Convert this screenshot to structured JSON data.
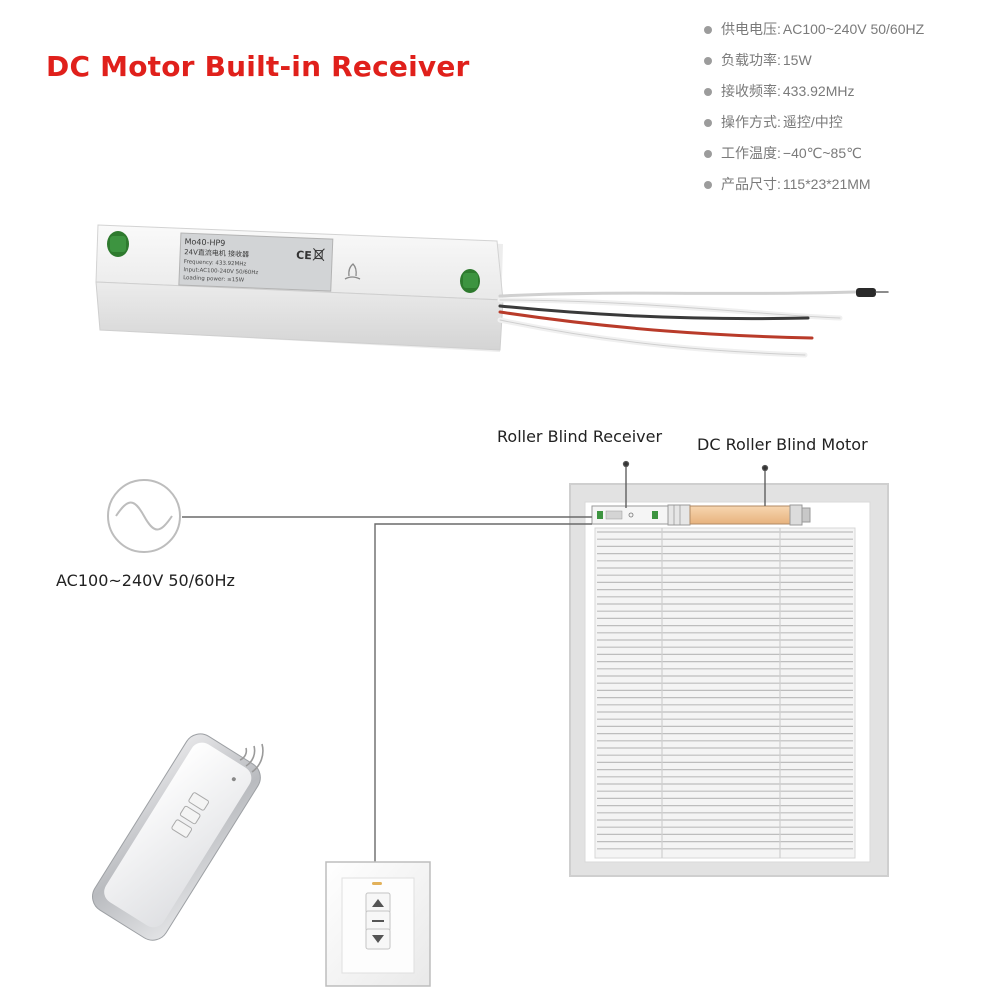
{
  "title": "DC Motor Built-in Receiver",
  "specs": [
    {
      "label": "供电电压",
      "value": "AC100~240V 50/60HZ"
    },
    {
      "label": "负载功率",
      "value": "15W"
    },
    {
      "label": "接收频率",
      "value": "433.92MHz"
    },
    {
      "label": "操作方式",
      "value": "遥控/中控"
    },
    {
      "label": "工作温度",
      "value": "−40℃~85℃"
    },
    {
      "label": "产品尺寸",
      "value": "115*23*21MM"
    }
  ],
  "spec_separator": ":",
  "device_label": {
    "line1": "Mo40-HP9",
    "line2": "24V直流电机 接收器",
    "line3": "Frequency: 433.92MHz",
    "line4": "Input:AC100-240V 50/60Hz",
    "line5": "Loading power: ≤15W",
    "ce_mark": "CE"
  },
  "diagram": {
    "receiver_label": "Roller Blind Receiver",
    "motor_label": "DC Roller Blind Motor",
    "power_label": "AC100~240V 50/60Hz"
  },
  "colors": {
    "title": "#e0201b",
    "motor": "#f1c89a",
    "connector": "#2f7a2e",
    "wire_red": "#b93b2a",
    "wire_dark": "#3a3a3a"
  }
}
